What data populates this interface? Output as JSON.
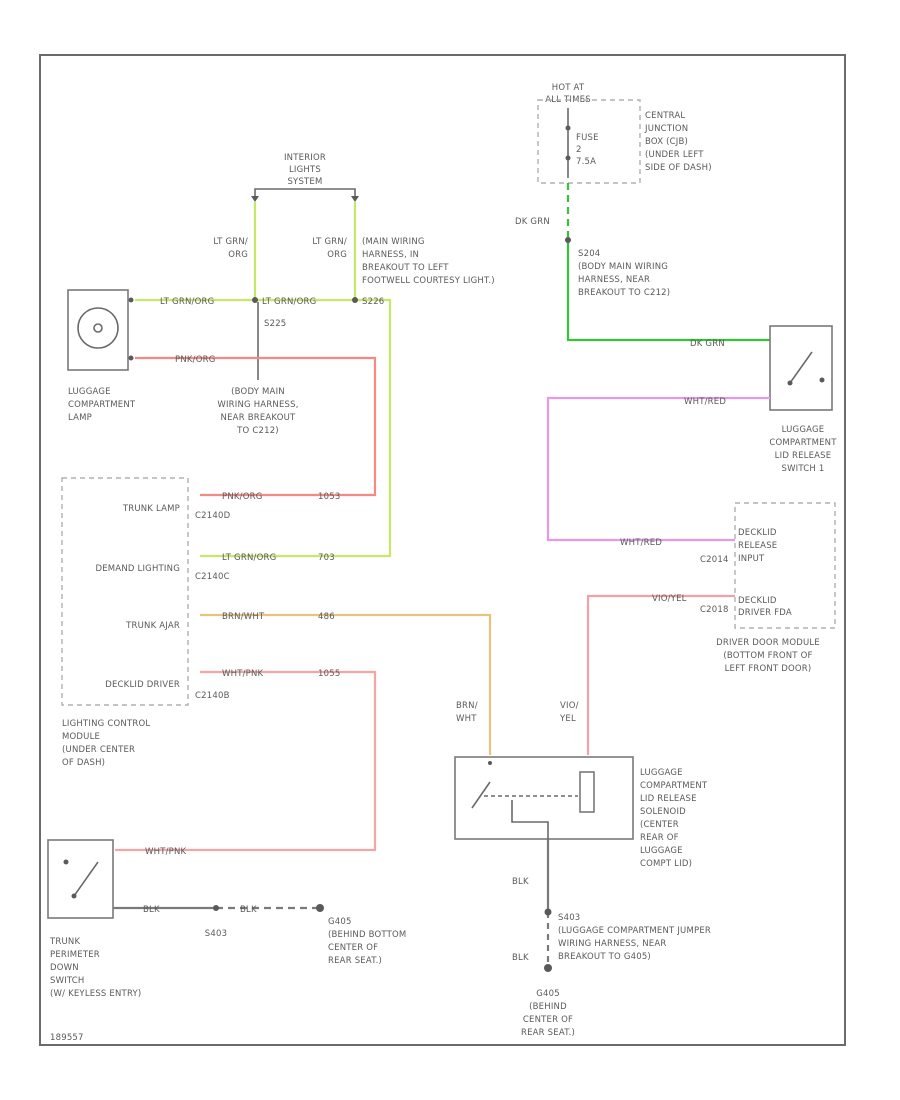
{
  "diagram": {
    "hot_at": [
      "HOT AT",
      "ALL TIMES"
    ],
    "fuse": [
      "FUSE",
      "2",
      "7.5A"
    ],
    "cjb": [
      "CENTRAL",
      "JUNCTION",
      "BOX (CJB)",
      "(UNDER LEFT",
      "SIDE OF DASH)"
    ],
    "dk_grn": "DK GRN",
    "s204": [
      "S204",
      "(BODY MAIN WIRING",
      "HARNESS, NEAR",
      "BREAKOUT TO C212)"
    ],
    "interior_lights": [
      "INTERIOR",
      "LIGHTS",
      "SYSTEM"
    ],
    "lt_grn_org_1": [
      "LT GRN/",
      "ORG"
    ],
    "lt_grn_org_2": [
      "LT GRN/",
      "ORG"
    ],
    "main_harness": [
      "(MAIN WIRING",
      "HARNESS, IN",
      "BREAKOUT TO LEFT",
      "FOOTWELL COURTESY LIGHT.)"
    ],
    "lamp_wire_1": "LT GRN/ORG",
    "lamp_wire_2": "LT GRN/ORG",
    "s225": "S225",
    "s226": "S226",
    "pnk_org": "PNK/ORG",
    "luggage_lamp": [
      "LUGGAGE",
      "COMPARTMENT",
      "LAMP"
    ],
    "body_main": [
      "(BODY MAIN",
      "WIRING HARNESS,",
      "NEAR BREAKOUT",
      "TO C212)"
    ],
    "dk_grn_switch": "DK GRN",
    "wht_red_switch": "WHT/RED",
    "switch_label": [
      "LUGGAGE",
      "COMPARTMENT",
      "LID RELEASE",
      "SWITCH 1"
    ],
    "trunk_lamp": "TRUNK LAMP",
    "c2140d": "C2140D",
    "pnk_org_2": "PNK/ORG",
    "c1053": "1053",
    "demand_lighting": "DEMAND LIGHTING",
    "lt_grn_org_3": "LT GRN/ORG",
    "c2140c": "C2140C",
    "c703": "703",
    "trunk_ajar": "TRUNK AJAR",
    "brn_wht": "BRN/WHT",
    "c486": "486",
    "decklid_driver": "DECKLID DRIVER",
    "wht_pnk": "WHT/PNK",
    "c1055": "1055",
    "c2140b": "C2140B",
    "lcm": [
      "LIGHTING CONTROL",
      "MODULE",
      "(UNDER CENTER",
      "OF DASH)"
    ],
    "wht_red_2": "WHT/RED",
    "c2014": "C2014",
    "decklid_release_input": [
      "DECKLID",
      "RELEASE",
      "INPUT"
    ],
    "c2018": "C2018",
    "vio_yel": "VIO/YEL",
    "decklid_driver_fda": [
      "DECKLID",
      "DRIVER FDA"
    ],
    "ddm": [
      "DRIVER DOOR MODULE",
      "(BOTTOM FRONT OF",
      "LEFT FRONT DOOR)"
    ],
    "brn_wht_2": [
      "BRN/",
      "WHT"
    ],
    "vio_yel_2": [
      "VIO/",
      "YEL"
    ],
    "solenoid": [
      "LUGGAGE",
      "COMPARTMENT",
      "LID RELEASE",
      "SOLENOID",
      "(CENTER",
      "REAR OF",
      "LUGGAGE",
      "COMPT LID)"
    ],
    "blk_1": "BLK",
    "s403": "S403",
    "jumper": [
      "(LUGGAGE COMPARTMENT JUMPER",
      "WIRING HARNESS, NEAR",
      "BREAKOUT TO G405)"
    ],
    "blk_2": "BLK",
    "g405_bottom": [
      "G405",
      "(BEHIND",
      "CENTER OF",
      "REAR SEAT.)"
    ],
    "wht_pnk_2": "WHT/PNK",
    "blk_3": "BLK",
    "blk_4": "BLK",
    "s403_left": "S403",
    "g405_left": [
      "G405",
      "(BEHIND BOTTOM",
      "CENTER OF",
      "REAR SEAT.)"
    ],
    "perimeter": [
      "TRUNK",
      "PERIMETER",
      "DOWN",
      "SWITCH",
      "(W/ KEYLESS ENTRY)"
    ],
    "fig_id": "189557"
  }
}
